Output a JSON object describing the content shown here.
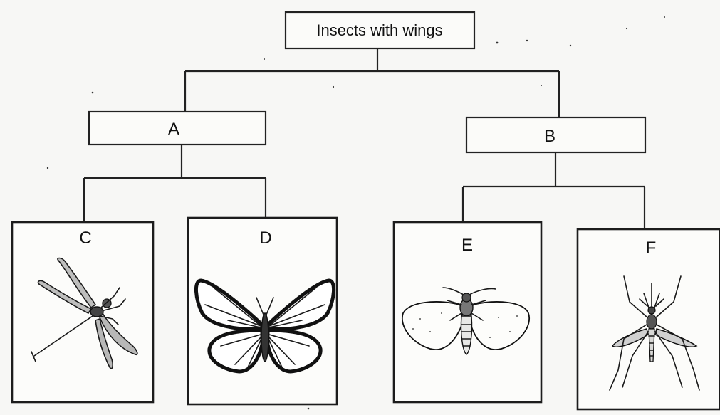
{
  "root": {
    "label": "Insects with wings"
  },
  "groups": [
    {
      "label": "A"
    },
    {
      "label": "B"
    }
  ],
  "insects": [
    {
      "label": "C",
      "icon": "dragonfly-icon"
    },
    {
      "label": "D",
      "icon": "butterfly-icon"
    },
    {
      "label": "E",
      "icon": "moth-icon"
    },
    {
      "label": "F",
      "icon": "mosquito-icon"
    }
  ]
}
